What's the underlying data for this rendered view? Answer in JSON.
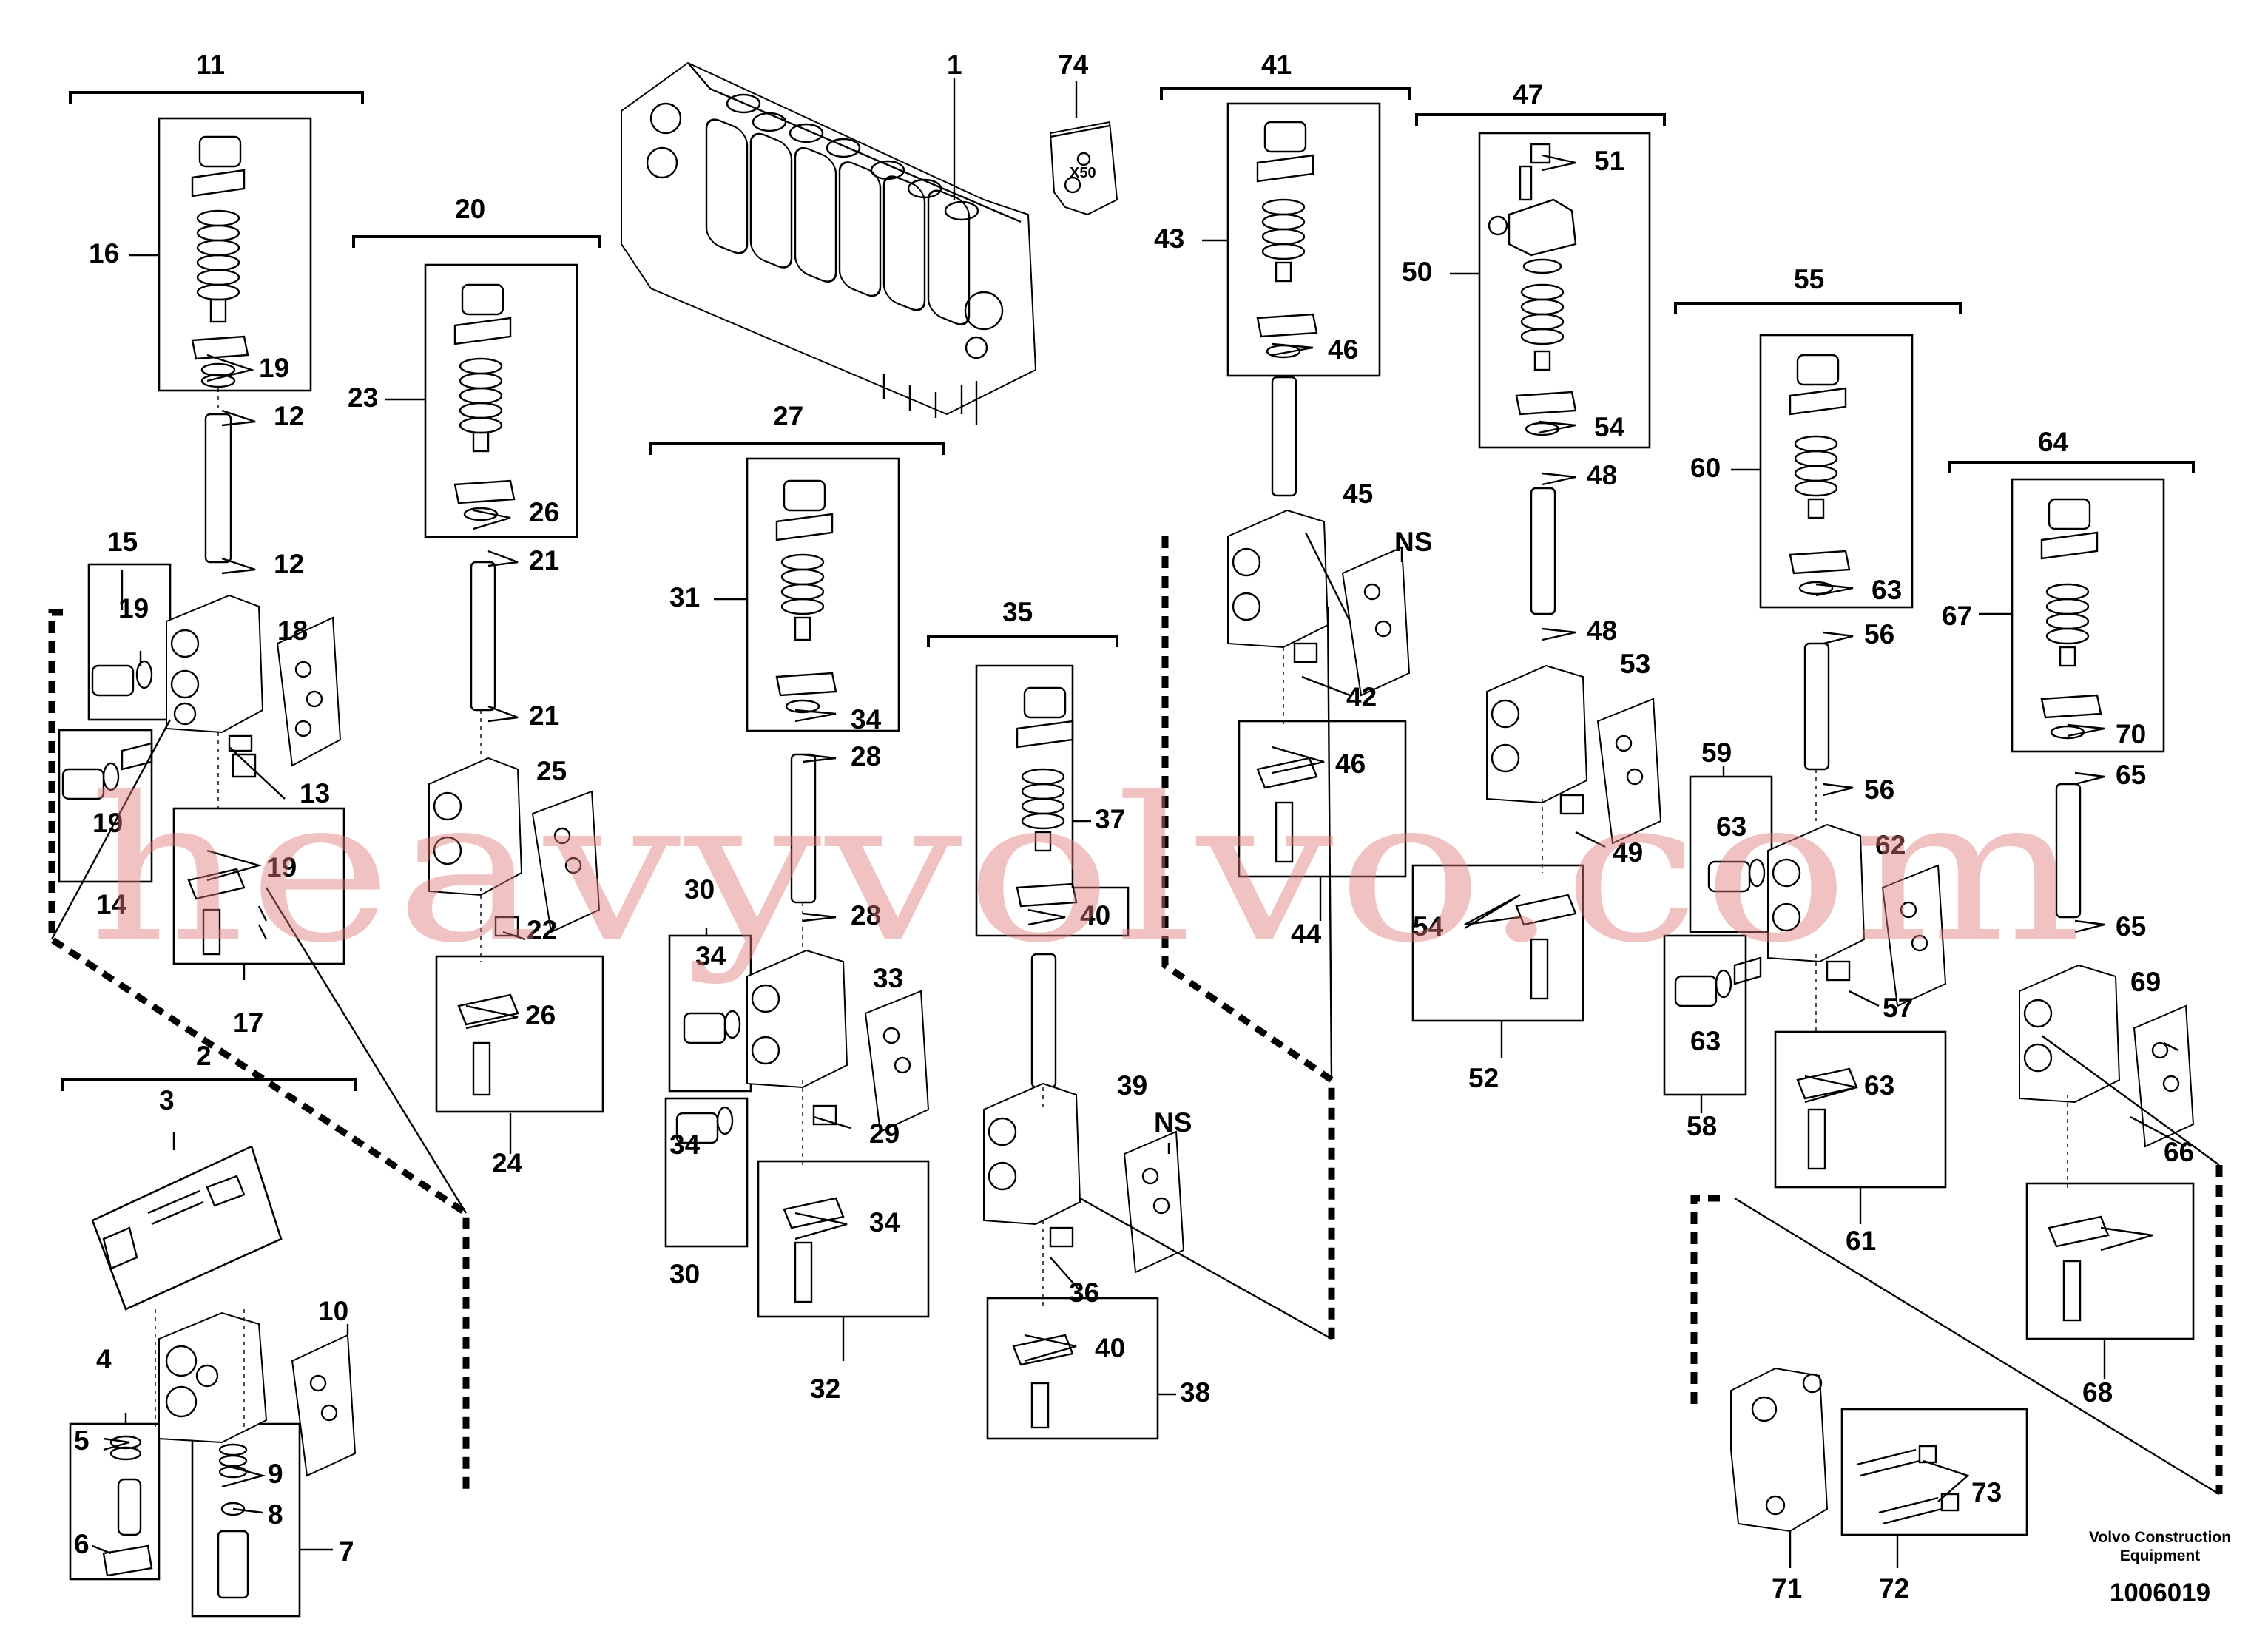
{
  "callouts": [
    "1",
    "2",
    "3",
    "4",
    "5",
    "6",
    "7",
    "8",
    "9",
    "10",
    "11",
    "12",
    "12",
    "13",
    "14",
    "15",
    "16",
    "17",
    "18",
    "19",
    "19",
    "19",
    "19",
    "20",
    "21",
    "21",
    "22",
    "23",
    "24",
    "25",
    "26",
    "26",
    "27",
    "28",
    "28",
    "29",
    "30",
    "30",
    "31",
    "32",
    "33",
    "34",
    "34",
    "34",
    "34",
    "35",
    "36",
    "37",
    "38",
    "39",
    "40",
    "40",
    "41",
    "42",
    "43",
    "44",
    "45",
    "46",
    "46",
    "47",
    "48",
    "48",
    "49",
    "50",
    "51",
    "52",
    "53",
    "54",
    "54",
    "55",
    "56",
    "56",
    "57",
    "58",
    "59",
    "60",
    "61",
    "62",
    "63",
    "63",
    "63",
    "63",
    "64",
    "65",
    "65",
    "66",
    "67",
    "68",
    "69",
    "70",
    "71",
    "72",
    "73",
    "74",
    "NS",
    "NS"
  ],
  "kit_label": "X50",
  "brand": [
    "Volvo Construction",
    "Equipment"
  ],
  "doc_number": "1006019",
  "watermark": "heavyvolvo.com"
}
